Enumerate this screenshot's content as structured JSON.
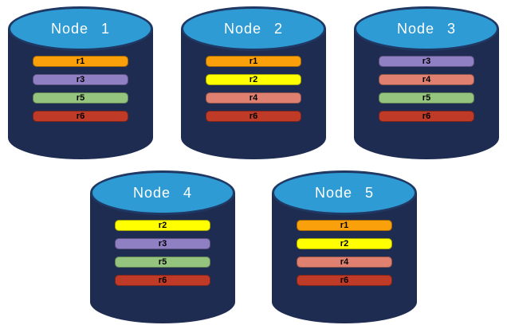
{
  "diagram": {
    "background": "#FFFFFF",
    "nodes": [
      {
        "name": "Node 1",
        "replicas": [
          "r1",
          "r3",
          "r5",
          "r6"
        ]
      },
      {
        "name": "Node 2",
        "replicas": [
          "r1",
          "r2",
          "r4",
          "r6"
        ]
      },
      {
        "name": "Node 3",
        "replicas": [
          "r3",
          "r4",
          "r5",
          "r6"
        ]
      },
      {
        "name": "Node 4",
        "replicas": [
          "r2",
          "r3",
          "r5",
          "r6"
        ]
      },
      {
        "name": "Node 5",
        "replicas": [
          "r1",
          "r2",
          "r4",
          "r6"
        ]
      }
    ],
    "rows": [
      [
        0,
        1,
        2
      ],
      [
        3,
        4
      ]
    ],
    "replica_colors": {
      "r1": "#F9A00A",
      "r2": "#FFFF00",
      "r3": "#8F7FC3",
      "r4": "#DF8070",
      "r5": "#94C47E",
      "r6": "#C03A28"
    },
    "cylinder": {
      "body_color": "#1F2C52",
      "top_color": "#2E9BD5",
      "border_color": "#1F3864",
      "title_color": "#FFFFFF",
      "replica_text_color": "#000000"
    }
  }
}
